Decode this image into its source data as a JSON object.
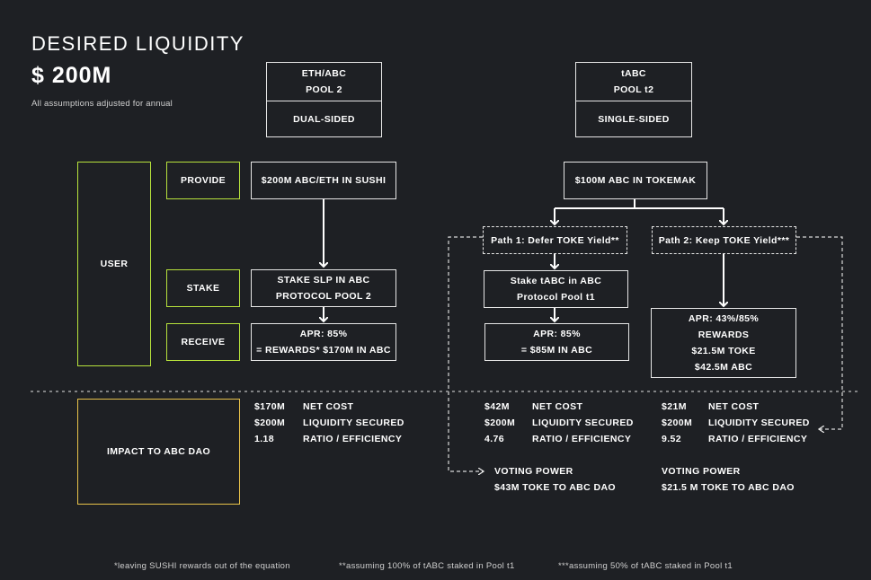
{
  "header": {
    "title": "DESIRED LIQUIDITY",
    "amount": "$ 200M",
    "subtitle": "All assumptions adjusted for annual"
  },
  "pools": {
    "eth_abc": {
      "name": "ETH/ABC",
      "pool": "POOL 2",
      "type": "DUAL-SIDED"
    },
    "tabc": {
      "name": "tABC",
      "pool": "POOL t2",
      "type": "SINGLE-SIDED"
    }
  },
  "user": {
    "label": "USER",
    "steps": {
      "provide": "PROVIDE",
      "stake": "STAKE",
      "receive": "RECEIVE"
    }
  },
  "sushi_flow": {
    "provide": "$200M ABC/ETH IN SUSHI",
    "stake_line1": "STAKE SLP IN ABC",
    "stake_line2": "PROTOCOL POOL 2",
    "receive_line1": "APR: 85%",
    "receive_line2": "= REWARDS* $170M IN ABC"
  },
  "tokemak_flow": {
    "provide": "$100M ABC IN TOKEMAK",
    "path1": "Path 1: Defer TOKE Yield**",
    "path2": "Path 2: Keep TOKE Yield***",
    "path1_stake_line1": "Stake tABC in ABC",
    "path1_stake_line2": "Protocol Pool t1",
    "path1_receive_line1": "APR: 85%",
    "path1_receive_line2": "= $85M IN ABC",
    "path2_receive": [
      "APR: 43%/85%",
      "REWARDS",
      "$21.5M TOKE",
      "$42.5M ABC"
    ]
  },
  "impact": {
    "label": "IMPACT  TO ABC DAO",
    "columns": [
      {
        "rows": [
          [
            "$170M",
            "NET COST"
          ],
          [
            "$200M",
            "LIQUIDITY SECURED"
          ],
          [
            "1.18",
            "RATIO / EFFICIENCY"
          ]
        ]
      },
      {
        "rows": [
          [
            "$42M",
            "NET COST"
          ],
          [
            "$200M",
            "LIQUIDITY SECURED"
          ],
          [
            "4.76",
            "RATIO / EFFICIENCY"
          ]
        ],
        "voting_title": "VOTING POWER",
        "voting_value": "$43M TOKE TO ABC DAO"
      },
      {
        "rows": [
          [
            "$21M",
            "NET COST"
          ],
          [
            "$200M",
            "LIQUIDITY SECURED"
          ],
          [
            "9.52",
            "RATIO / EFFICIENCY"
          ]
        ],
        "voting_title": "VOTING POWER",
        "voting_value": "$21.5 M TOKE TO ABC DAO"
      }
    ]
  },
  "footnotes": {
    "f1": "*leaving SUSHI rewards out of the equation",
    "f2": "**assuming 100% of tABC staked in Pool t1",
    "f3": "***assuming 50% of tABC staked in Pool t1"
  },
  "colors": {
    "background": "#1e2024",
    "border": "#e6e6e6",
    "user_accent": "#b7e23c",
    "impact_accent": "#e8c24a",
    "divider": "#bdbdbd"
  }
}
